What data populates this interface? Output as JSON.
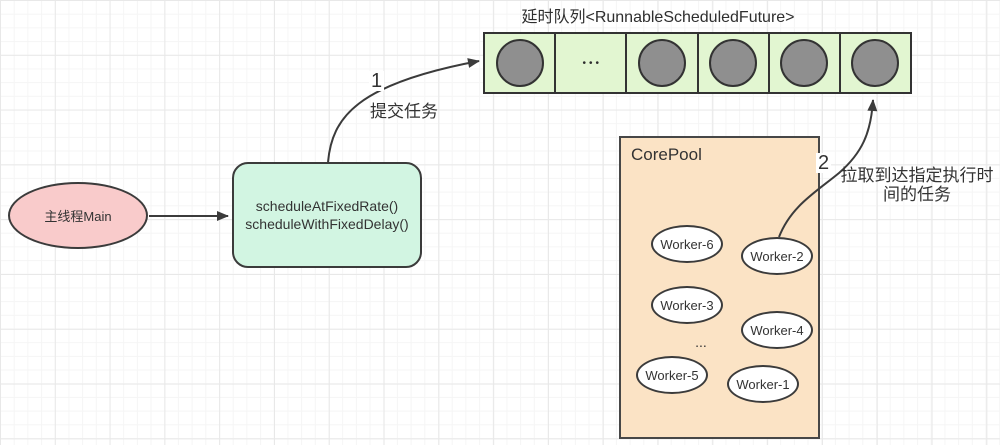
{
  "colors": {
    "stroke": "#3b3b3b",
    "text": "#333333",
    "main_thread_fill": "#f9cbcb",
    "methods_fill": "#d2f5e2",
    "queue_cell_fill": "#e2f6d1",
    "task_circle_fill": "#8f8f8f",
    "core_pool_fill": "#fbe3c5",
    "worker_fill": "#ffffff"
  },
  "diagram": {
    "main_thread": {
      "label": "主线程Main"
    },
    "methods_box": {
      "line1": "scheduleAtFixedRate()",
      "line2": "scheduleWithFixedDelay()"
    },
    "delay_queue": {
      "title": "延时队列<RunnableScheduledFuture>",
      "ellipsis": "•••",
      "cell_count": 6
    },
    "edge_submit": {
      "number": "1",
      "label": "提交任务"
    },
    "edge_pull": {
      "number": "2",
      "label": "拉取到达指定执行时间的任务"
    },
    "core_pool": {
      "title": "CorePool",
      "workers": [
        "Worker-6",
        "Worker-2",
        "Worker-3",
        "Worker-4",
        "Worker-5",
        "Worker-1"
      ],
      "ellipsis": "..."
    }
  }
}
